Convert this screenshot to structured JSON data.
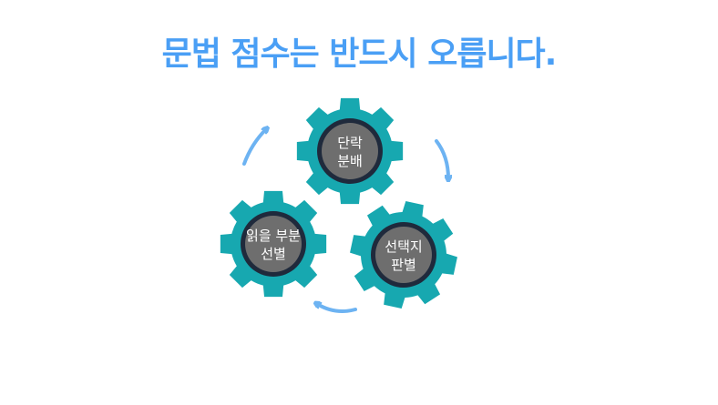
{
  "title": "문법 점수는 반드시 오릅니다.",
  "gears": [
    {
      "line1": "단락",
      "line2": "분배"
    },
    {
      "line1": "읽을 부분",
      "line2": "선별"
    },
    {
      "line1": "선택지",
      "line2": "판별"
    }
  ],
  "colors": {
    "title": "#4a9ff5",
    "gear": "#17a8b0",
    "hub_ring": "#1f2a3c",
    "hub_fill": "#6e6e6e",
    "arrow": "#6db3f2"
  }
}
